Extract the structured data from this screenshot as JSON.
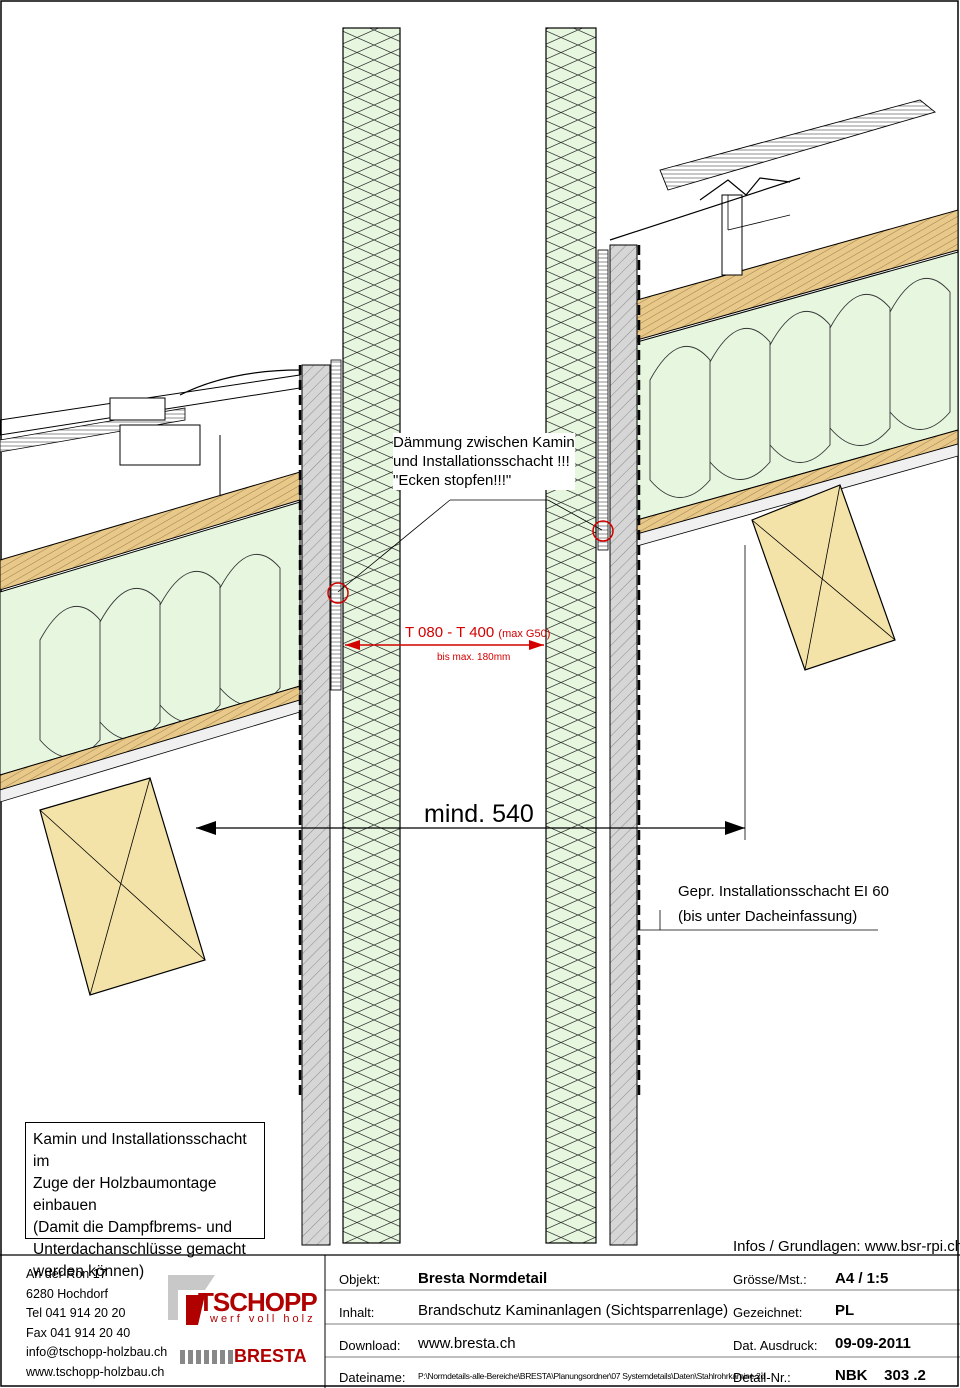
{
  "annotations": {
    "insulation_note": [
      "Dämmung zwischen Kamin",
      "und Installationsschacht !!!",
      "\"Ecken stopfen!!!\""
    ],
    "chimney_range": "T 080 - T 400",
    "chimney_range_suffix": "(max G50)",
    "gap_max": "bis max. 180mm",
    "min_width": "mind. 540",
    "shaft_label_1": "Gepr. Installationsschacht EI 60",
    "shaft_label_2": "(bis unter Dacheinfassung)"
  },
  "note_box": {
    "lines": [
      "Kamin und Installationsschacht im",
      "Zuge der Holzbaumontage einbauen",
      "(Damit die Dampfbrems- und",
      "Unterdachanschlüsse gemacht",
      "werden können)"
    ]
  },
  "info_link": "Infos / Grundlagen: www.bsr-rpi.ch",
  "company": {
    "address": [
      "An der Ron 17",
      "6280 Hochdorf",
      "Tel 041 914 20 20",
      "Fax 041 914 20 40",
      "info@tschopp-holzbau.ch",
      "www.tschopp-holzbau.ch"
    ],
    "logo_name": "TSCHOPP",
    "logo_tagline": "werf voll holz",
    "partner_logo": "BRESTA"
  },
  "title_block": {
    "objekt_label": "Objekt:",
    "objekt_value": "Bresta Normdetail",
    "inhalt_label": "Inhalt:",
    "inhalt_value": "Brandschutz Kaminanlagen (Sichtsparrenlage)",
    "download_label": "Download:",
    "download_value": "www.bresta.ch",
    "datei_label": "Dateiname:",
    "datei_value": "P:\\Normdetails-alle-Bereiche\\BRESTA\\Planungsordner\\07 Systemdetails\\Daten\\Stahlrohrkamine.2d",
    "groesse_label": "Grösse/Mst.:",
    "groesse_value": "A4 / 1:5",
    "gezeichnet_label": "Gezeichnet:",
    "gezeichnet_value": "PL",
    "datum_label": "Dat. Ausdruck:",
    "datum_value": "09-09-2011",
    "detail_label": "Detail-Nr.:",
    "detail_value": "NBK    303 .2"
  },
  "colors": {
    "insulation_fill": "#e6f6df",
    "timber_fill": "#f3e3a8",
    "board_fill": "#e8c98a",
    "shaft_fill": "#d6d6d6",
    "marker_red": "#d40000"
  }
}
